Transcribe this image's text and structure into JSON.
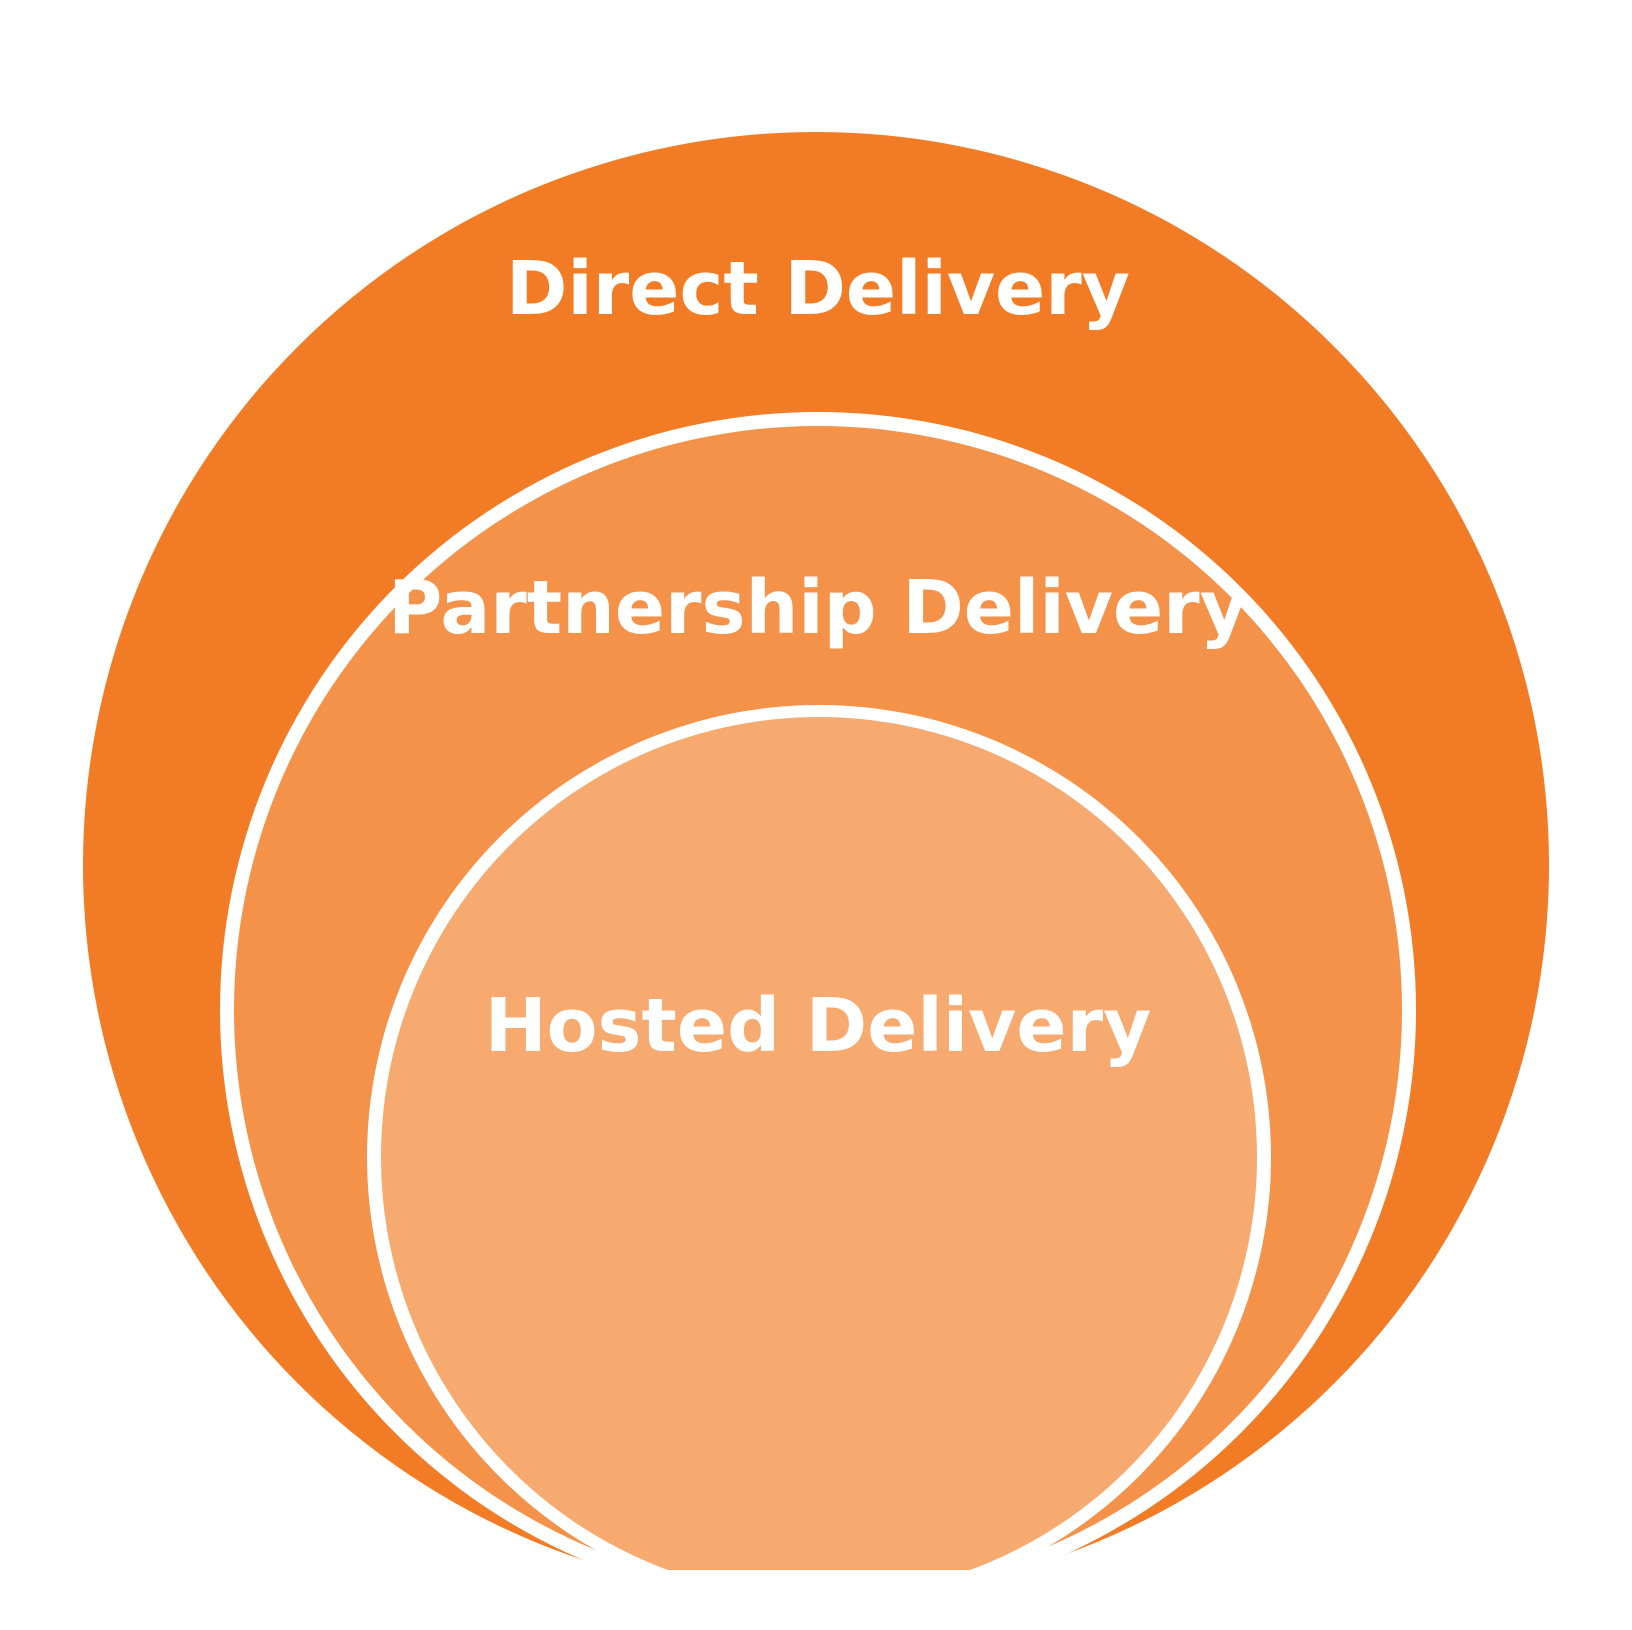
{
  "diagram": {
    "layers": [
      {
        "id": "outer",
        "label": "Direct Delivery",
        "color": "#F27C25"
      },
      {
        "id": "middle",
        "label": "Partnership Delivery",
        "color": "#F4924A"
      },
      {
        "id": "inner",
        "label": "Hosted Delivery",
        "color": "#F6AA70"
      }
    ],
    "outline_color": "#FFFFFF",
    "background": "#FFFFFF"
  }
}
